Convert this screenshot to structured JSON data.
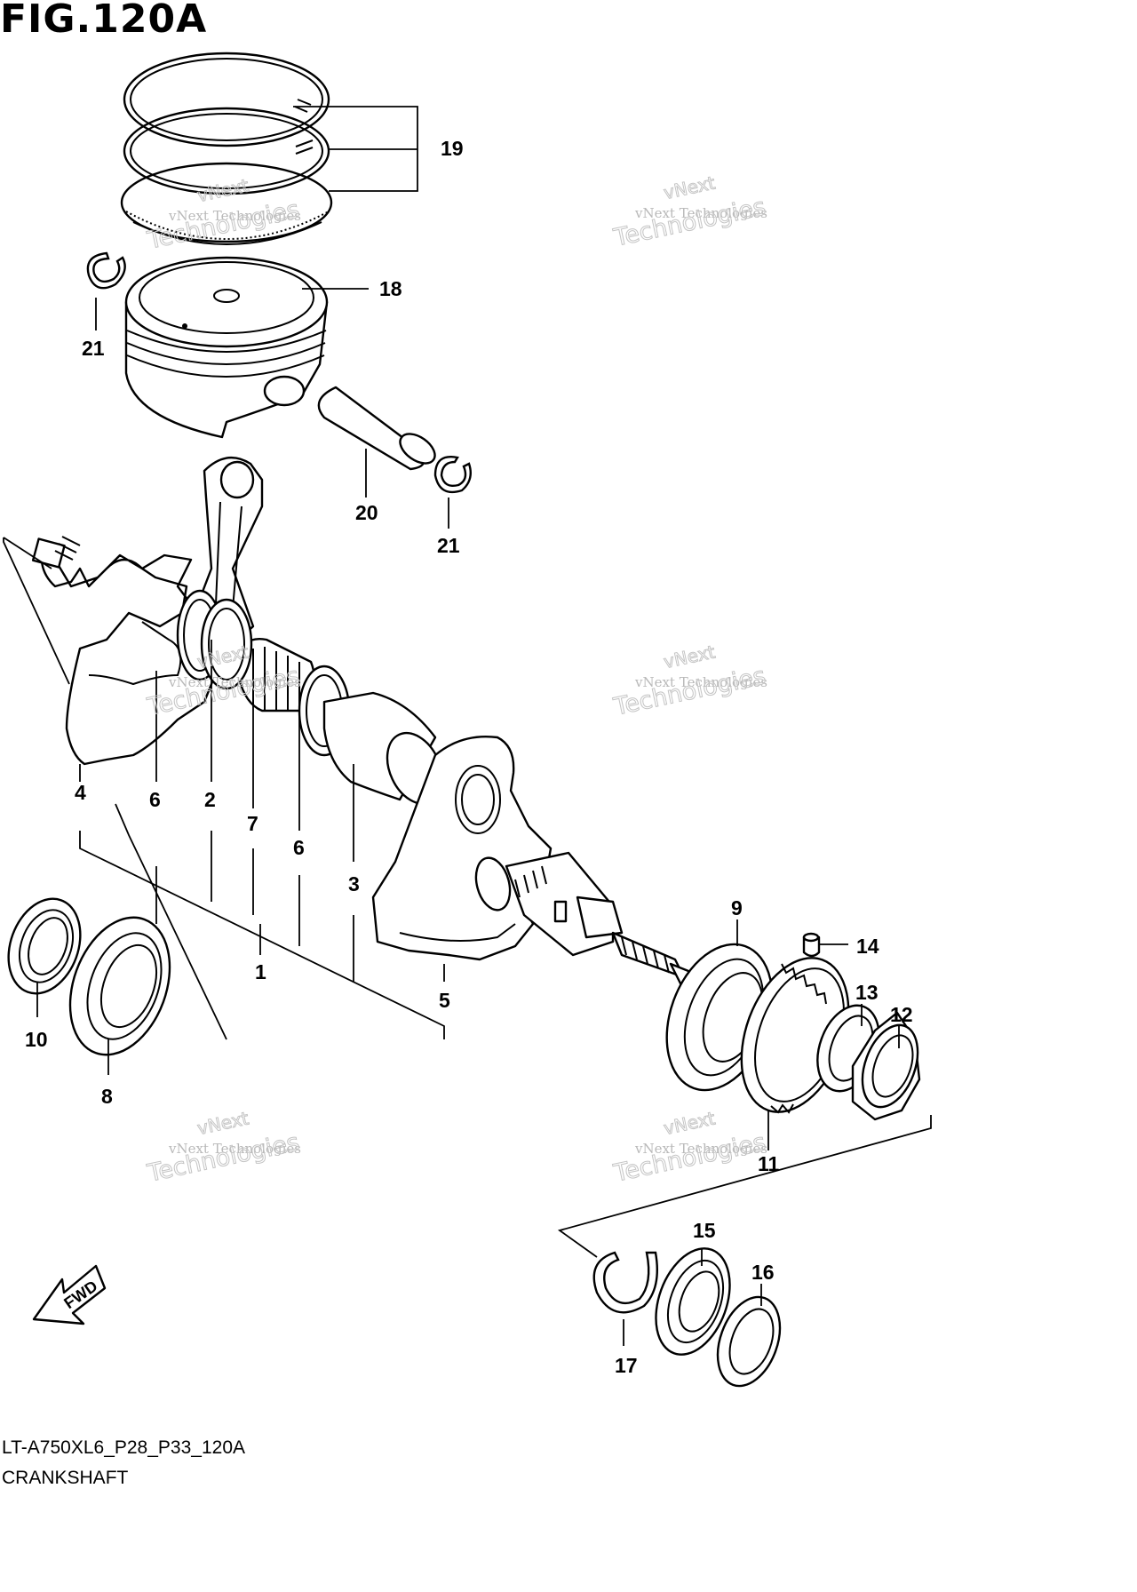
{
  "figure": {
    "title": "FIG.120A",
    "model_code": "LT-A750XL6_P28_P33_120A",
    "assembly_name": "CRANKSHAFT"
  },
  "watermark": {
    "line_top": "vNext",
    "line_small": "vNext Technologies",
    "line_big": "Technologies"
  },
  "fwd_label": "FWD",
  "callouts": {
    "c1": "1",
    "c2": "2",
    "c3": "3",
    "c4": "4",
    "c5": "5",
    "c6a": "6",
    "c6b": "6",
    "c7": "7",
    "c8": "8",
    "c9": "9",
    "c10": "10",
    "c11": "11",
    "c12": "12",
    "c13": "13",
    "c14": "14",
    "c15": "15",
    "c16": "16",
    "c17": "17",
    "c18": "18",
    "c19": "19",
    "c20": "20",
    "c21a": "21",
    "c21b": "21"
  },
  "colors": {
    "ink": "#000000",
    "watermark": "#bdbdbd",
    "background": "#ffffff"
  }
}
